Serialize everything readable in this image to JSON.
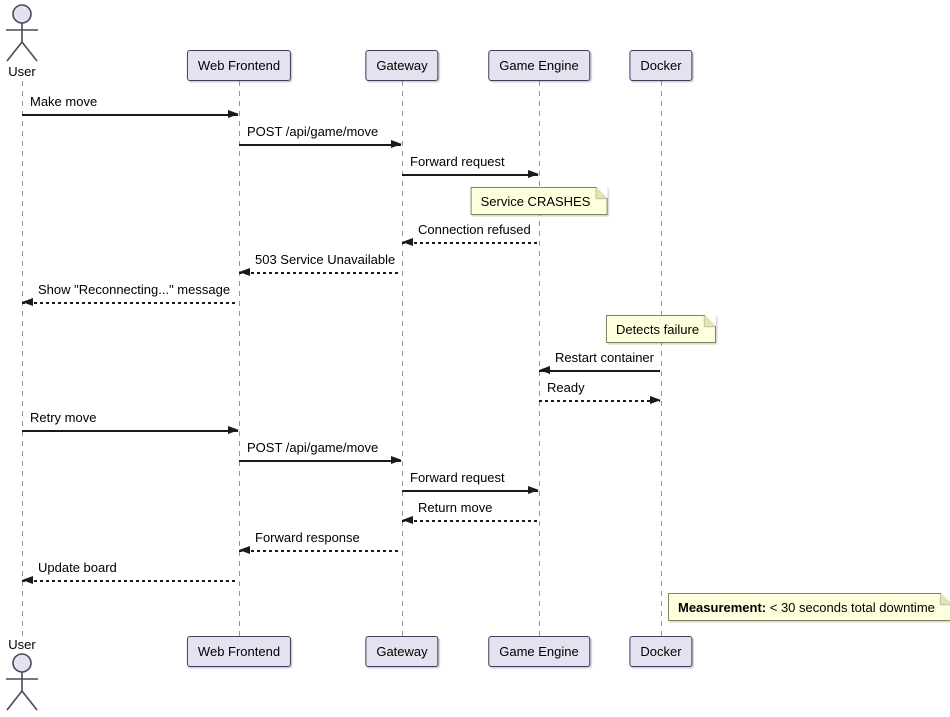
{
  "diagram_type": "uml-sequence-diagram",
  "colors": {
    "background": "#ffffff",
    "participant_fill": "#E2E2F0",
    "participant_border": "#3d3d5c",
    "note_fill": "#FEFFDD",
    "note_border": "#82825d",
    "message_line": "#1a1a1a",
    "lifeline": "#969696",
    "text": "#000000"
  },
  "lifelines": [
    {
      "id": "user",
      "label": "User",
      "kind": "actor"
    },
    {
      "id": "web_frontend",
      "label": "Web Frontend",
      "kind": "participant"
    },
    {
      "id": "gateway",
      "label": "Gateway",
      "kind": "participant"
    },
    {
      "id": "game_engine",
      "label": "Game Engine",
      "kind": "participant"
    },
    {
      "id": "docker",
      "label": "Docker",
      "kind": "participant"
    }
  ],
  "events": [
    {
      "type": "message",
      "from": "user",
      "to": "web_frontend",
      "line": "solid",
      "label": "Make move"
    },
    {
      "type": "message",
      "from": "web_frontend",
      "to": "gateway",
      "line": "solid",
      "label": "POST /api/game/move"
    },
    {
      "type": "message",
      "from": "gateway",
      "to": "game_engine",
      "line": "solid",
      "label": "Forward request"
    },
    {
      "type": "note",
      "over": "game_engine",
      "text": "Service CRASHES"
    },
    {
      "type": "message",
      "from": "game_engine",
      "to": "gateway",
      "line": "dashed",
      "label": "Connection refused"
    },
    {
      "type": "message",
      "from": "gateway",
      "to": "web_frontend",
      "line": "dashed",
      "label": "503 Service Unavailable"
    },
    {
      "type": "message",
      "from": "web_frontend",
      "to": "user",
      "line": "dashed",
      "label": "Show \"Reconnecting...\" message"
    },
    {
      "type": "note",
      "over": "docker",
      "text": "Detects failure"
    },
    {
      "type": "message",
      "from": "docker",
      "to": "game_engine",
      "line": "solid",
      "label": "Restart container"
    },
    {
      "type": "message",
      "from": "game_engine",
      "to": "docker",
      "line": "dashed",
      "label": "Ready"
    },
    {
      "type": "message",
      "from": "user",
      "to": "web_frontend",
      "line": "solid",
      "label": "Retry move"
    },
    {
      "type": "message",
      "from": "web_frontend",
      "to": "gateway",
      "line": "solid",
      "label": "POST /api/game/move"
    },
    {
      "type": "message",
      "from": "gateway",
      "to": "game_engine",
      "line": "solid",
      "label": "Forward request"
    },
    {
      "type": "message",
      "from": "game_engine",
      "to": "gateway",
      "line": "dashed",
      "label": "Return move"
    },
    {
      "type": "message",
      "from": "gateway",
      "to": "web_frontend",
      "line": "dashed",
      "label": "Forward response"
    },
    {
      "type": "message",
      "from": "web_frontend",
      "to": "user",
      "line": "dashed",
      "label": "Update board"
    },
    {
      "type": "note",
      "right_of": "docker",
      "bold": "Measurement:",
      "text": " < 30 seconds total downtime"
    }
  ]
}
